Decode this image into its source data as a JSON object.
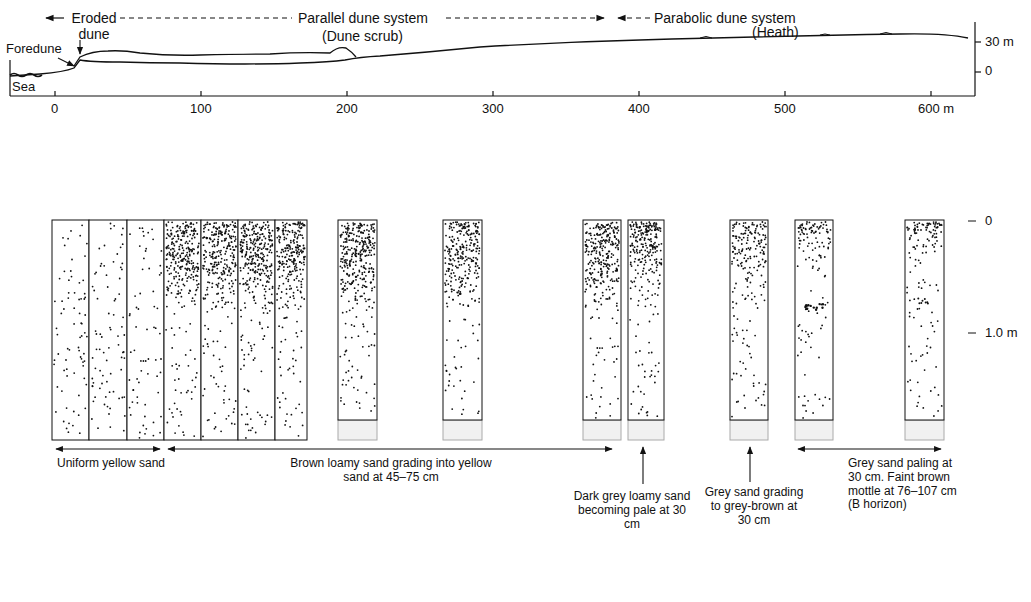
{
  "diagram": {
    "labels": [
      "Eroded dune",
      "Parallel dune system",
      "Parabolic dune system",
      "(Dune scrub)",
      "(Heath)",
      "Foredune",
      "30 m",
      "0",
      "Sea",
      "0",
      "100",
      "200",
      "300",
      "400",
      "500",
      "600 m",
      "0",
      "1.0 m",
      "Uniform yellow sand",
      "Brown loamy sand grading into yellow sand at 45–75 cm",
      "Dark grey loamy sand becoming pale at 30 cm",
      "Grey sand grading to grey-brown at 30 cm",
      "Grey sand paling at 30 cm. Faint brown mottle at 76–107 cm (B horizon)"
    ]
  }
}
